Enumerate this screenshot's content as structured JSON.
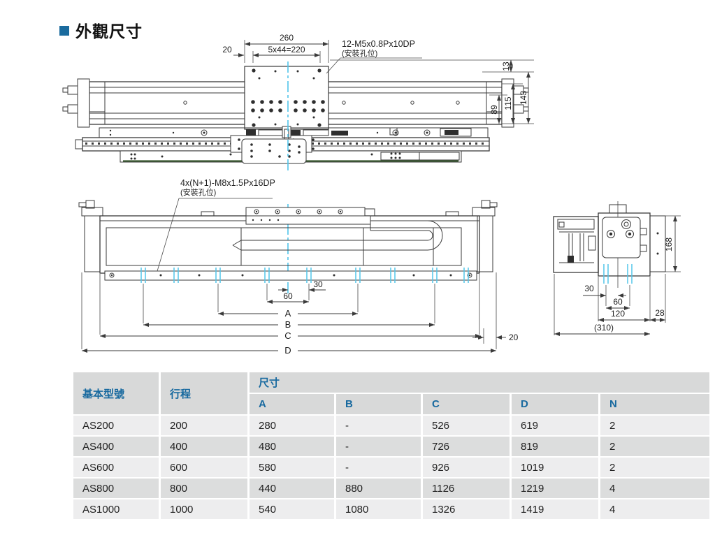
{
  "title": {
    "text": "外觀尺寸"
  },
  "drawing": {
    "top_view": {
      "dim_20": "20",
      "dim_260": "260",
      "dim_220": "5x44=220",
      "callout_line1": "12-M5x0.8Px10DP",
      "callout_line2": "(安裝孔位)",
      "dim_13": "13",
      "dim_89": "89",
      "dim_115": "115",
      "dim_143": "143"
    },
    "front_view": {
      "callout_line1": "4x(N+1)-M8x1.5Px16DP",
      "callout_line2": "(安裝孔位)",
      "dim_30": "30",
      "dim_60": "60",
      "dim_A": "A",
      "dim_B": "B",
      "dim_C": "C",
      "dim_D": "D",
      "dim_20": "20"
    },
    "end_view": {
      "dim_168": "168",
      "dim_30": "30",
      "dim_60": "60",
      "dim_120": "120",
      "dim_28": "28",
      "dim_310": "(310)"
    },
    "colors": {
      "centerline": "#52c5ea",
      "line": "#3a3a3a",
      "base_edge": "#3d5c35"
    }
  },
  "table": {
    "header": {
      "model": "基本型號",
      "stroke": "行程",
      "dims": "尺寸",
      "col_a": "A",
      "col_b": "B",
      "col_c": "C",
      "col_d": "D",
      "col_n": "N"
    },
    "rows": [
      {
        "model": "AS200",
        "stroke": "200",
        "a": "280",
        "b": "-",
        "c": "526",
        "d": "619",
        "n": "2"
      },
      {
        "model": "AS400",
        "stroke": "400",
        "a": "480",
        "b": "-",
        "c": "726",
        "d": "819",
        "n": "2"
      },
      {
        "model": "AS600",
        "stroke": "600",
        "a": "580",
        "b": "-",
        "c": "926",
        "d": "1019",
        "n": "2"
      },
      {
        "model": "AS800",
        "stroke": "800",
        "a": "440",
        "b": "880",
        "c": "1126",
        "d": "1219",
        "n": "4"
      },
      {
        "model": "AS1000",
        "stroke": "1000",
        "a": "540",
        "b": "1080",
        "c": "1326",
        "d": "1419",
        "n": "4"
      }
    ],
    "colors": {
      "header_text": "#17699f",
      "header_bg": "#d8d9d9",
      "row_light": "#ededee",
      "row_dark": "#dcdddd"
    }
  }
}
